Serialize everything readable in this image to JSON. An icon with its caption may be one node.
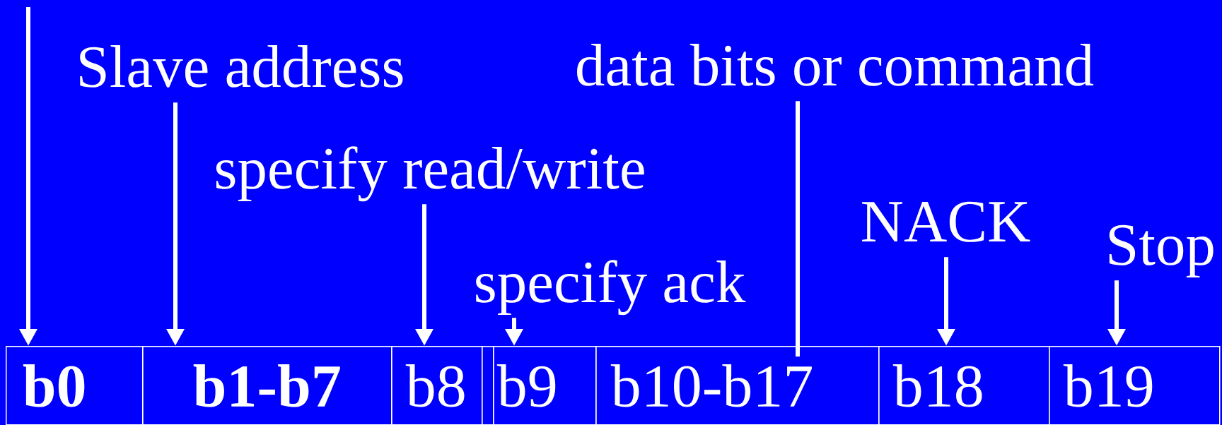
{
  "diagram": {
    "nodes": [
      {
        "text": [
          "Slave address"
        ]
      },
      {
        "text": [
          "data bits or command"
        ]
      },
      {
        "text": [
          "specify read/write"
        ]
      },
      {
        "text": [
          "NACK"
        ]
      },
      {
        "text": [
          "Stop"
        ]
      },
      {
        "text": [
          "specify ack"
        ]
      },
      {
        "text": [
          "b0"
        ]
      },
      {
        "text": [
          "b1-b7"
        ]
      },
      {
        "text": [
          "b8"
        ]
      },
      {
        "text": [],
        "shape": "box"
      },
      {
        "text": [
          "b9"
        ]
      },
      {
        "text": [
          "b10-b17"
        ]
      },
      {
        "text": [
          "b18"
        ]
      },
      {
        "text": [
          "b19"
        ]
      }
    ],
    "edges": [
      {
        "from": null,
        "to": 6,
        "arrow": "to"
      },
      {
        "from": 0,
        "to": 7,
        "arrow": "to"
      },
      {
        "from": 2,
        "to": 8,
        "arrow": "to"
      },
      {
        "from": 5,
        "to": 10,
        "arrow": "to"
      },
      {
        "from": 1,
        "to": 11,
        "arrow": "none"
      },
      {
        "from": 3,
        "to": 12,
        "arrow": "to"
      },
      {
        "from": 4,
        "to": 13,
        "arrow": "to"
      }
    ]
  }
}
